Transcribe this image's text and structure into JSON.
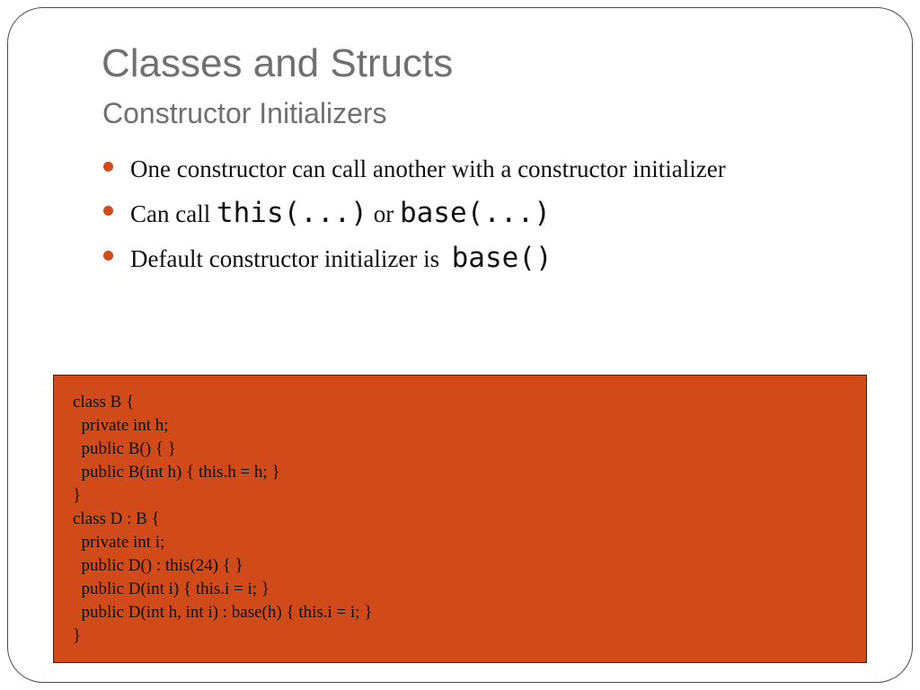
{
  "slide": {
    "title": "Classes and Structs",
    "subtitle": "Constructor Initializers",
    "bullets": {
      "b1": {
        "text": "One constructor can call another with a constructor initializer"
      },
      "b2": {
        "pre": "Can call ",
        "code1": "this(...)",
        "mid": " or ",
        "code2": "base(...)"
      },
      "b3": {
        "pre": "Default constructor initializer is  ",
        "code": "base()"
      }
    },
    "code": [
      "class B {",
      "  private int h;",
      "  public B() { }",
      "  public B(int h) { this.h = h; }",
      "}",
      "class D : B {",
      "  private int i;",
      "  public D() : this(24) { }",
      "  public D(int i) { this.i = i; }",
      "  public D(int h, int i) : base(h) { this.i = i; }",
      "}"
    ],
    "colors": {
      "accent": "#d04a1a",
      "title": "#707070",
      "text": "#111111"
    }
  }
}
